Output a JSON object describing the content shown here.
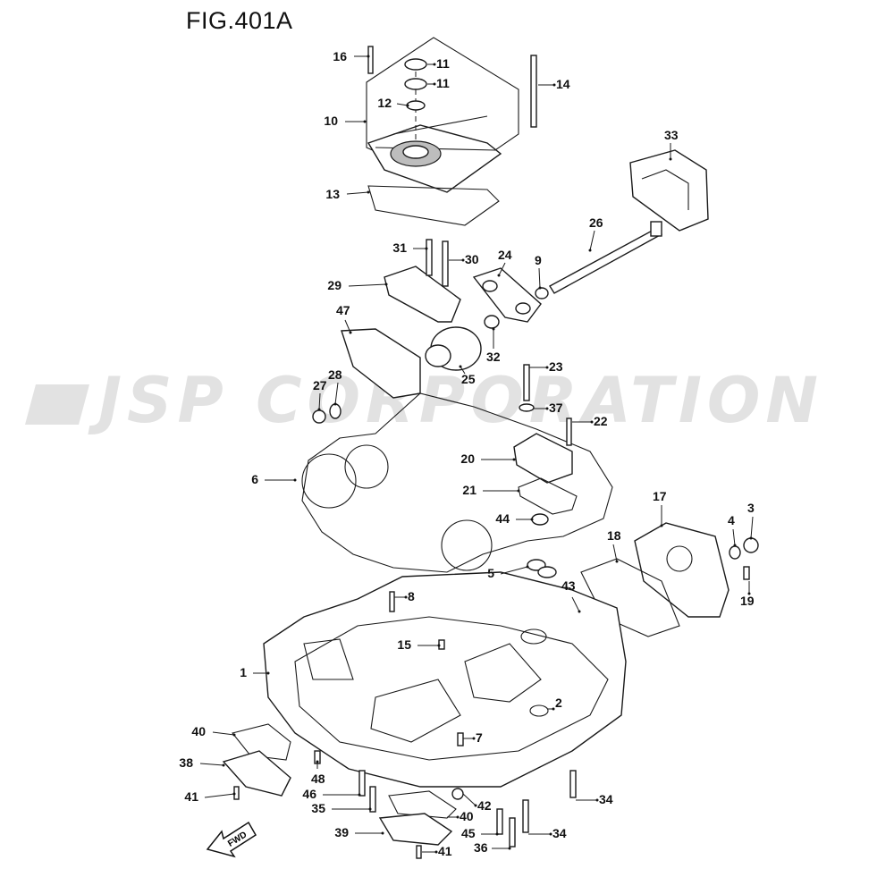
{
  "figure": {
    "title": "FIG.401A",
    "watermark": "JSP CORPORATION",
    "direction_label": "FWD"
  },
  "callouts": [
    "16",
    "11",
    "11",
    "12",
    "10",
    "14",
    "13",
    "33",
    "26",
    "31",
    "30",
    "24",
    "9",
    "29",
    "47",
    "32",
    "25",
    "28",
    "27",
    "23",
    "37",
    "22",
    "6",
    "20",
    "21",
    "44",
    "17",
    "3",
    "4",
    "18",
    "5",
    "43",
    "8",
    "19",
    "15",
    "1",
    "2",
    "40",
    "7",
    "38",
    "48",
    "46",
    "41",
    "35",
    "42",
    "40",
    "34",
    "39",
    "45",
    "34",
    "36",
    "41"
  ]
}
